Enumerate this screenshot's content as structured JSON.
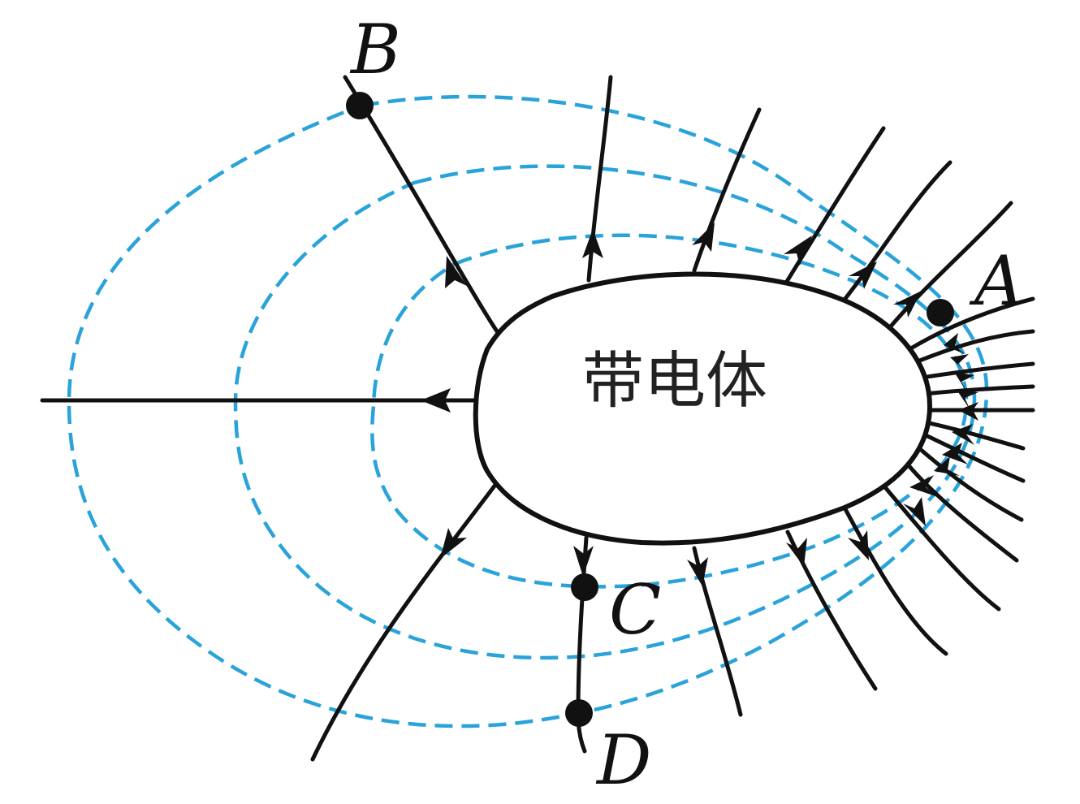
{
  "body": {
    "label": "带电体"
  },
  "points": [
    {
      "id": "A",
      "label": "A"
    },
    {
      "id": "B",
      "label": "B"
    },
    {
      "id": "C",
      "label": "C"
    },
    {
      "id": "D",
      "label": "D"
    }
  ],
  "colors": {
    "equipotential": "#29A3D9",
    "field_line": "#111111"
  }
}
